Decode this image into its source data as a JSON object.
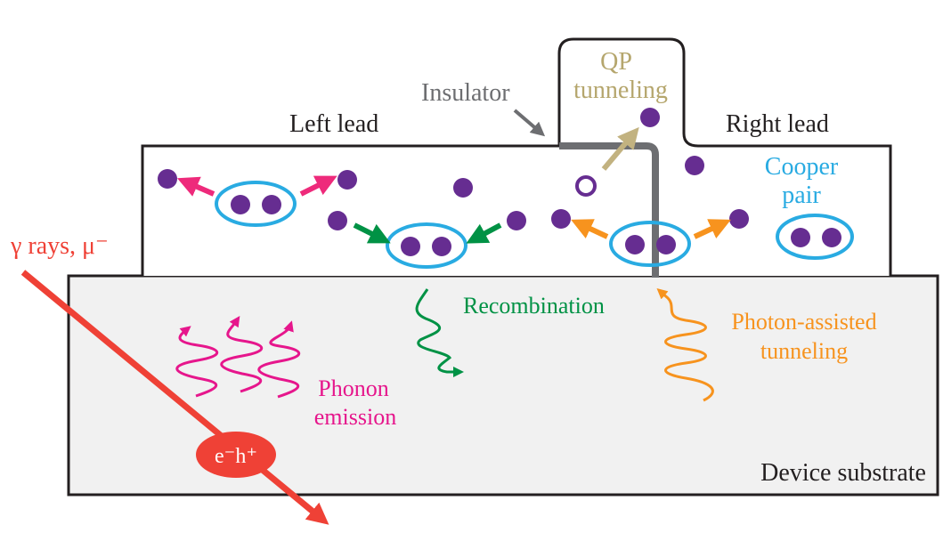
{
  "labels": {
    "left_lead": "Left lead",
    "right_lead": "Right lead",
    "insulator": "Insulator",
    "qp_tunneling_1": "QP",
    "qp_tunneling_2": "tunneling",
    "cooper_1": "Cooper",
    "cooper_2": "pair",
    "gamma": "γ rays, μ⁻",
    "recombination": "Recombination",
    "photon_1": "Photon-assisted",
    "photon_2": "tunneling",
    "phonon_1": "Phonon",
    "phonon_2": "emission",
    "eh": "e⁻h⁺",
    "substrate": "Device substrate"
  },
  "colors": {
    "outline": "#231f20",
    "substrate_fill": "#f1f1f1",
    "insulator": "#6d6e71",
    "quasiparticle": "#662d91",
    "cooper_pair": "#29abe2",
    "breaking": "#ee2a7b",
    "recombination": "#009245",
    "photon": "#f7931e",
    "qp_tunnel": "#c2b280",
    "gamma": "#ef4136",
    "phonon": "#e6168c",
    "insulator_text": "#6d6e71",
    "qp_text": "#b5a66d"
  }
}
